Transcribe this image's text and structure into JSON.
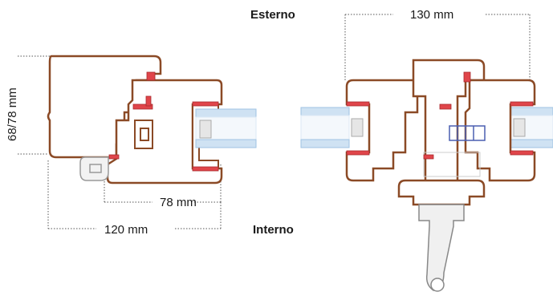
{
  "labels": {
    "exterior": "Esterno",
    "interior": "Interno"
  },
  "dimensions": {
    "left_height": "68/78 mm",
    "left_inner_width": "78 mm",
    "left_outer_width": "120 mm",
    "right_width": "130 mm"
  },
  "colors": {
    "wood": "#ffffff",
    "wood_outline": "#8b4a26",
    "gasket": "#e0454a",
    "glass": "#cfe2f3",
    "glass_edge": "#9fc3e3",
    "dim_line": "#555555",
    "hardware": "#4a5fb0",
    "handle": "#d9d9d9"
  }
}
